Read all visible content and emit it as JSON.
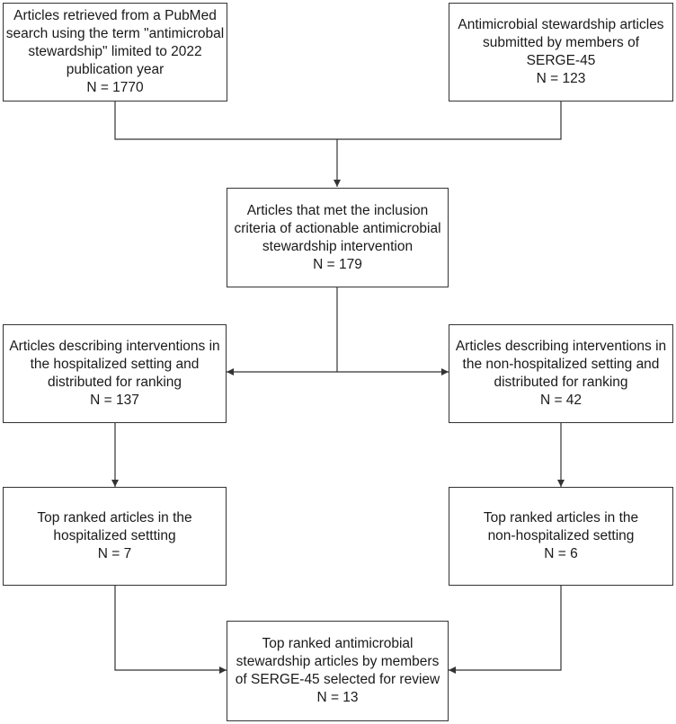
{
  "boxes": {
    "pubmed": {
      "lines": [
        "Articles retrieved from a PubMed",
        "search using the term \"antimicrobal",
        "stewardship\" limited to 2022",
        "publication year",
        "N = 1770"
      ]
    },
    "serge_submitted": {
      "lines": [
        "Antimicrobial stewardship articles",
        "submitted by members of",
        "SERGE-45",
        "N = 123"
      ]
    },
    "inclusion": {
      "lines": [
        "Articles that met the inclusion",
        "criteria of actionable antimicrobial",
        "stewardship intervention",
        "N = 179"
      ]
    },
    "hospitalized": {
      "lines": [
        "Articles describing interventions in",
        "the hospitalized setting and",
        "distributed for ranking",
        "N = 137"
      ]
    },
    "non_hospitalized": {
      "lines": [
        "Articles describing interventions in",
        "the non-hospitalized setting and",
        "distributed for ranking",
        "N = 42"
      ]
    },
    "top_hospitalized": {
      "lines": [
        "Top ranked articles in the",
        "hospitalized settting",
        "N = 7"
      ]
    },
    "top_non_hospitalized": {
      "lines": [
        "Top ranked articles in the",
        "non-hospitalized setting",
        "N = 6"
      ]
    },
    "final": {
      "lines": [
        "Top ranked antimicrobial",
        "stewardship articles by members",
        "of SERGE-45 selected for review",
        "N = 13"
      ]
    }
  },
  "colors": {
    "border": "#333333",
    "line": "#333333",
    "text": "#1a1a1a"
  }
}
